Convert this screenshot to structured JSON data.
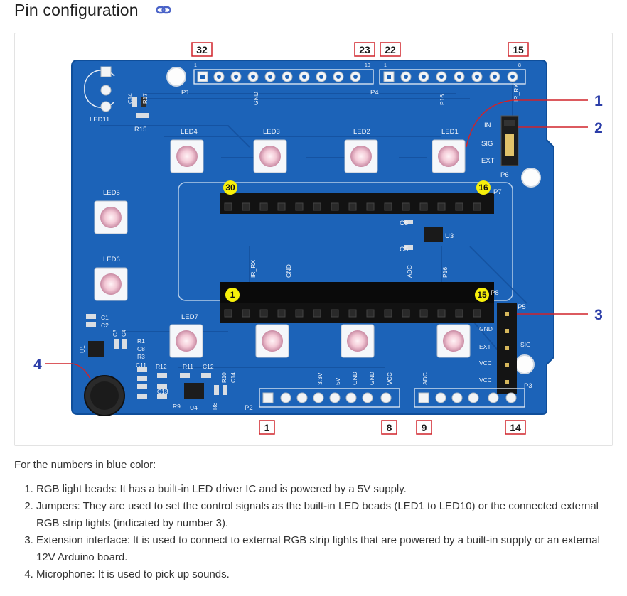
{
  "section": {
    "title": "Pin configuration",
    "link_icon": "link-icon"
  },
  "figure": {
    "red_labels": {
      "top_p1_left": "32",
      "top_p1_right": "23",
      "top_p4_left": "22",
      "top_p4_right": "15",
      "bottom_p2_left": "1",
      "bottom_p2_right": "8",
      "bottom_p3_left": "9",
      "bottom_p3_right": "14"
    },
    "yellow_labels": {
      "p7_left": "30",
      "p7_right": "16",
      "p8_left": "1",
      "p8_right": "15"
    },
    "callouts": [
      "1",
      "2",
      "3",
      "4"
    ],
    "board_text": {
      "led11": "LED11",
      "c14": "C14",
      "r17": "R17",
      "r15": "R15",
      "p1": "P1",
      "gnd_top": "GND",
      "p4": "P4",
      "p16_top": "P16",
      "ir_rx_top": "IR_RX",
      "one_p1": "1",
      "ten_p1": "10",
      "one_p4": "1",
      "eight_p4": "8",
      "led4": "LED4",
      "led3": "LED3",
      "led2": "LED2",
      "led1": "LED1",
      "in": "IN",
      "sig": "SIG",
      "ext": "EXT",
      "p6": "P6",
      "p7": "P7",
      "led5": "LED5",
      "led6": "LED6",
      "led7": "LED7",
      "c6": "C6",
      "c5": "C5",
      "u3": "U3",
      "ir_rx_mid": "IR_RX",
      "gnd_mid": "GND",
      "adc_mid": "ADC",
      "p16_mid": "P16",
      "p8": "P8",
      "p5": "P5",
      "gnd_p5": "GND",
      "ext_p5": "EXT",
      "sig_p5": "SIG",
      "vcc1_p5": "VCC",
      "vcc2_p5": "VCC",
      "c1": "C1",
      "c2": "C2",
      "r1": "R1",
      "c8": "C8",
      "r3": "R3",
      "c11": "C11",
      "u1": "U1",
      "r12": "R12",
      "r11": "R11",
      "c12": "C12",
      "r10": "R10",
      "c14b": "C14",
      "c13": "C13",
      "r9": "R9",
      "r8": "R8",
      "u4": "U4",
      "c3": "C3",
      "c4": "C4",
      "v33": "3.3V",
      "v5": "5V",
      "gnd_b1": "GND",
      "gnd_b2": "GND",
      "vcc_b": "VCC",
      "p2": "P2",
      "adc_b": "ADC",
      "p3": "P3"
    }
  },
  "content": {
    "intro": "For the numbers in blue color:",
    "items": [
      "RGB light beads: It has a built-in LED driver IC and is powered by a 5V supply.",
      "Jumpers: They are used to set the control signals as the built-in LED beads (LED1 to LED10) or the connected external RGB strip lights (indicated by number 3).",
      "Extension interface: It is used to connect to external RGB strip lights that are powered by a built-in supply or an external 12V Arduino board.",
      "Microphone: It is used to pick up sounds."
    ]
  },
  "colors": {
    "board": "#1c63b8",
    "red_label": "#d0232a",
    "callout_blue": "#2b3da8",
    "yellow": "#f7f00b"
  }
}
